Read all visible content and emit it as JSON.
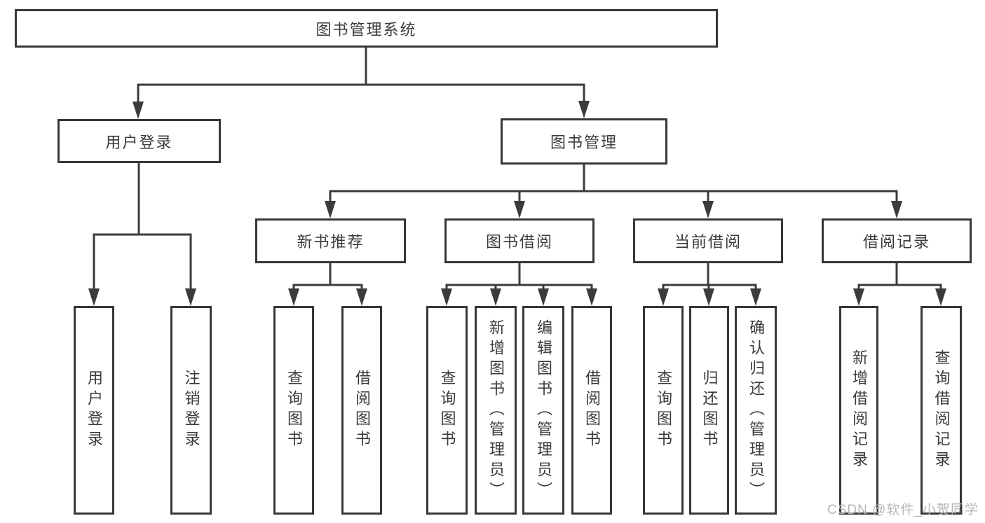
{
  "watermark": "CSDN @软件_小贺同学",
  "colors": {
    "line": "#3b3b3b",
    "box_border": "#373737",
    "text": "#3a3a3a",
    "watermark": "#b5b5b5",
    "background": "#ffffff"
  },
  "tree": {
    "root": {
      "label": "图书管理系统",
      "children": [
        {
          "label": "用户登录",
          "children": [
            {
              "label": "用户登录"
            },
            {
              "label": "注销登录"
            }
          ]
        },
        {
          "label": "图书管理",
          "children": [
            {
              "label": "新书推荐",
              "children": [
                {
                  "label": "查询图书"
                },
                {
                  "label": "借阅图书"
                }
              ]
            },
            {
              "label": "图书借阅",
              "children": [
                {
                  "label": "查询图书"
                },
                {
                  "label": "新增图书（管理员）"
                },
                {
                  "label": "编辑图书（管理员）"
                },
                {
                  "label": "借阅图书"
                }
              ]
            },
            {
              "label": "当前借阅",
              "children": [
                {
                  "label": "查询图书"
                },
                {
                  "label": "归还图书"
                },
                {
                  "label": "确认归还（管理员）"
                }
              ]
            },
            {
              "label": "借阅记录",
              "children": [
                {
                  "label": "新增借阅记录"
                },
                {
                  "label": "查询借阅记录"
                }
              ]
            }
          ]
        }
      ]
    }
  }
}
